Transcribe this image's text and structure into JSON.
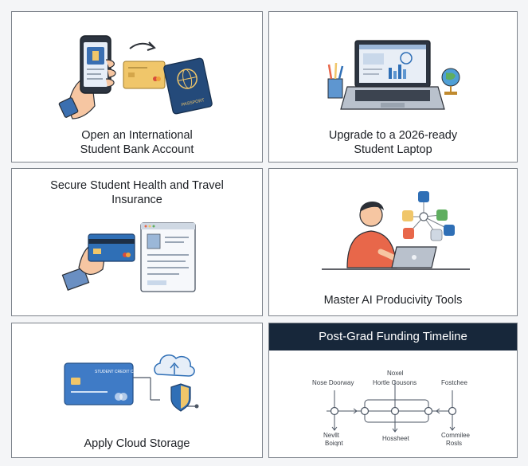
{
  "cards": [
    {
      "id": "bank",
      "title_lines": [
        "Open an International",
        "Student Bank Account"
      ],
      "passport_label": "PASSPORT"
    },
    {
      "id": "laptop",
      "title_lines": [
        "Upgrade to a 2026-ready",
        "Student Laptop"
      ]
    },
    {
      "id": "insurance",
      "title_lines": [
        "Secure Student Health and Travel",
        "Insurance"
      ]
    },
    {
      "id": "ai",
      "title_lines": [
        "Master AI Producivity Tools"
      ]
    },
    {
      "id": "cloud",
      "title_lines": [
        "Apply Cloud Storage"
      ],
      "card_label": "STUDENT CREDIT CARD"
    },
    {
      "id": "timeline",
      "header": "Post-Grad Funding Timeline",
      "top_labels": [
        "Nose Doorway",
        "Noxel",
        "Hortle Cousons",
        "Fostchee"
      ],
      "bottom_labels": [
        "Nevllt",
        "Boiqnt",
        "Hossheet",
        "Commilee",
        "Rosls"
      ]
    }
  ],
  "colors": {
    "border": "#7c828a",
    "header_bg": "#17273a",
    "accent_blue": "#2f6fb6",
    "accent_orange": "#e8674a",
    "card_gold": "#f0c66a"
  }
}
